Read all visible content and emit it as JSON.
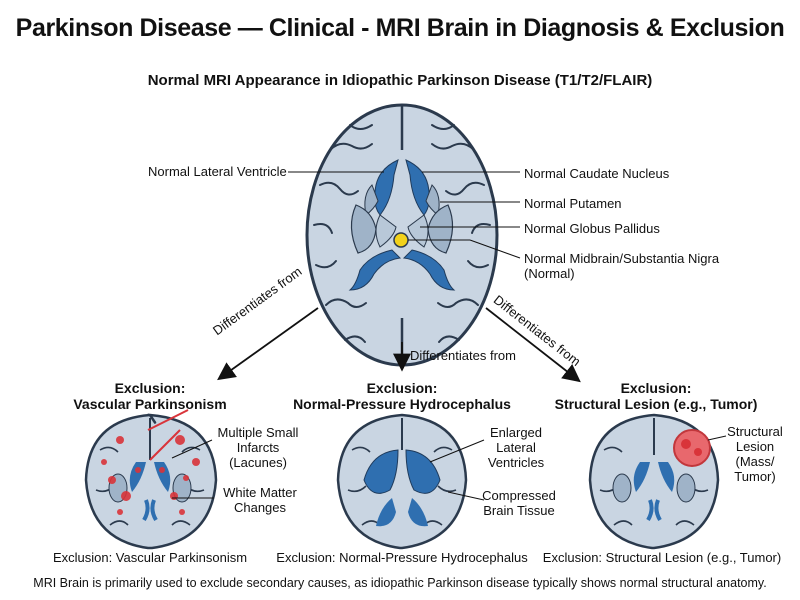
{
  "title": "Parkinson Disease — Clinical - MRI Brain in Diagnosis & Exclusion",
  "subtitle": "Normal MRI Appearance in Idiopathic Parkinson Disease (T1/T2/FLAIR)",
  "normal_labels": {
    "lateral_ventricle": "Normal Lateral Ventricle",
    "caudate": "Normal Caudate Nucleus",
    "putamen": "Normal Putamen",
    "globus_pallidus": "Normal Globus Pallidus",
    "midbrain_line1": "Normal Midbrain/Substantia Nigra",
    "midbrain_line2": "(Normal)"
  },
  "arrows": {
    "left": "Differentiates from",
    "center": "Differentiates from",
    "right": "Differentiates from"
  },
  "panels": {
    "vascular": {
      "heading_line1": "Exclusion:",
      "heading_line2": "Vascular Parkinsonism",
      "label1_line1": "Multiple Small",
      "label1_line2": "Infarcts",
      "label1_line3": "(Lacunes)",
      "label2_line1": "White Matter",
      "label2_line2": "Changes",
      "caption": "Exclusion: Vascular Parkinsonism"
    },
    "nph": {
      "heading_line1": "Exclusion:",
      "heading_line2": "Normal-Pressure Hydrocephalus",
      "label1_line1": "Enlarged",
      "label1_line2": "Lateral",
      "label1_line3": "Ventricles",
      "label2_line1": "Compressed",
      "label2_line2": "Brain Tissue",
      "caption": "Exclusion: Normal-Pressure Hydrocephalus"
    },
    "lesion": {
      "heading_line1": "Exclusion:",
      "heading_line2": "Structural Lesion (e.g., Tumor)",
      "label1_line1": "Structural",
      "label1_line2": "Lesion",
      "label1_line3": "(Mass/",
      "label1_line4": "Tumor)",
      "caption": "Exclusion: Structural Lesion (e.g., Tumor)"
    }
  },
  "footer": "MRI Brain is primarily used to exclude secondary causes, as idiopathic Parkinson disease typically shows normal structural anatomy.",
  "colors": {
    "brain_fill": "#c9d5e2",
    "brain_outline": "#2b3a4d",
    "ventricle": "#2f6fb0",
    "nuclei": "#9fb3c8",
    "substantia_nigra": "#f2d21b",
    "lesion_red": "#d9343a",
    "tumor": "#e8686d"
  }
}
